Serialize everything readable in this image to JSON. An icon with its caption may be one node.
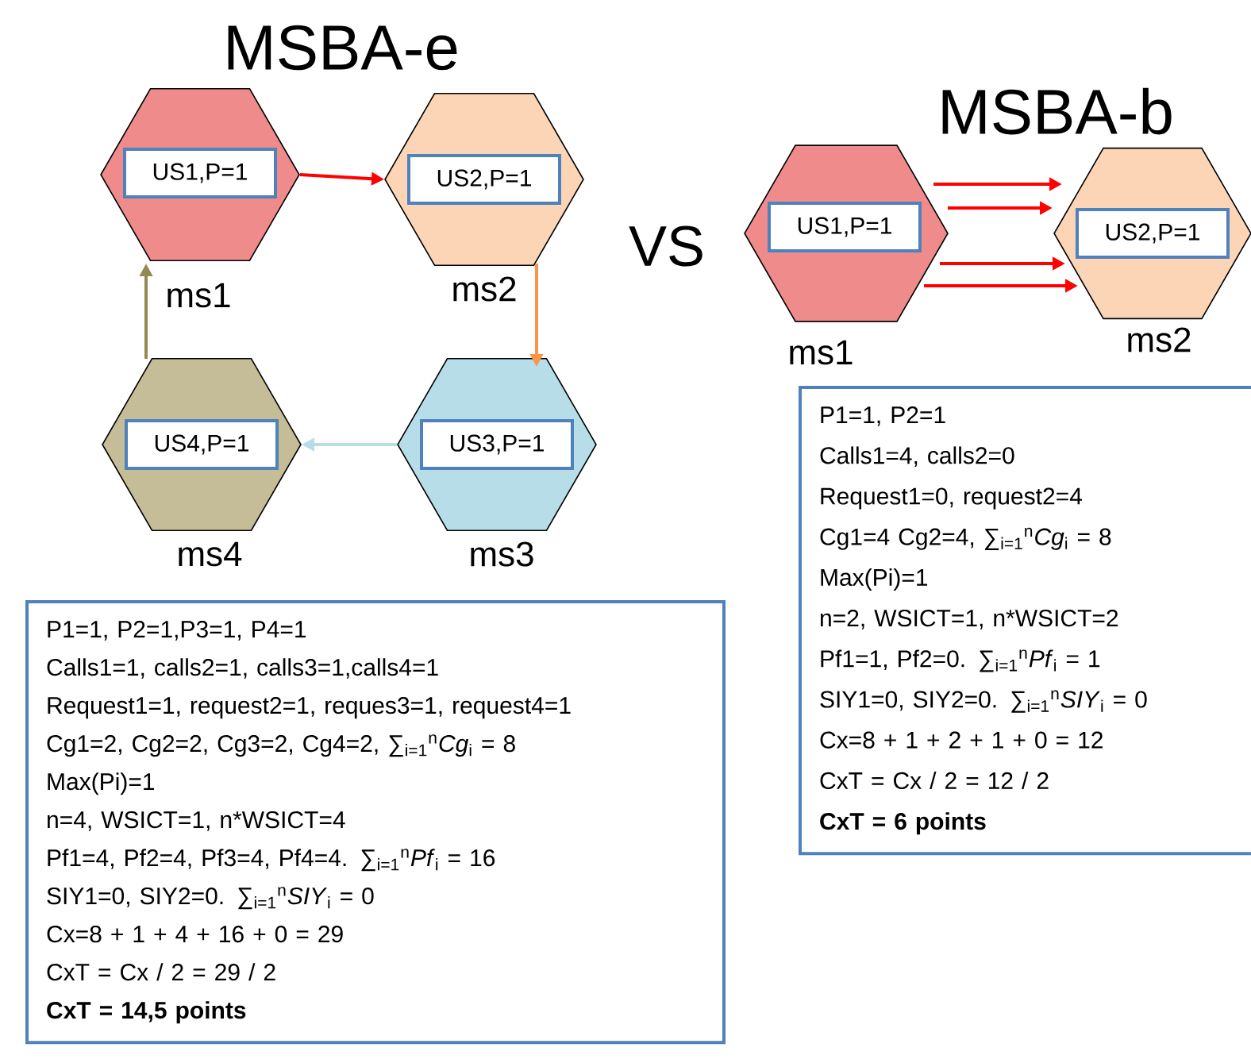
{
  "diagram": {
    "nodes": [
      {
        "text": [],
        "shape": "hexagon",
        "beside": [
          "ms1"
        ]
      },
      {
        "text": [
          "US1,P=1"
        ],
        "in": 0
      },
      {
        "text": [],
        "shape": "hexagon",
        "beside": [
          "ms2"
        ]
      },
      {
        "text": [
          "US2,P=1"
        ],
        "in": 2
      },
      {
        "text": [],
        "shape": "hexagon",
        "beside": [
          "ms4"
        ]
      },
      {
        "text": [
          "US4,P=1"
        ],
        "in": 4
      },
      {
        "text": [],
        "shape": "hexagon",
        "beside": [
          "ms3"
        ]
      },
      {
        "text": [
          "US3,P=1"
        ],
        "in": 6
      },
      {
        "text": [
          "P1=1, P2=1,P3=1, P4=1",
          "Calls1=1, calls2=1, calls3=1,calls4=1",
          "Request1=1, request2=1, reques3=1, request4=1",
          "Cg1=2, Cg2=2, Cg3=2, Cg4=2, ∑$_{i=1}$$^{n}$*Cg*$_{i}$ = 8",
          "Max(Pi)=1",
          "n=4, WSICT=1, n*WSICT=4",
          "Pf1=4, Pf2=4, Pf3=4, Pf4=4. ∑$_{i=1}$$^{n}$*Pf*$_{i}$ = 16",
          "SIY1=0, SIY2=0. ∑$_{i=1}$$^{n}$*SIY*$_{i}$ = 0",
          "Cx=8 + 1 + 4 + 16 + 0 = 29",
          "CxT = Cx / 2 = 29 / 2",
          "CxT = 14,5 points"
        ]
      },
      {
        "text": [],
        "shape": "hexagon",
        "beside": [
          "ms1"
        ]
      },
      {
        "text": [
          "US1,P=1"
        ],
        "in": 9
      },
      {
        "text": [],
        "shape": "hexagon",
        "beside": [
          "ms2"
        ]
      },
      {
        "text": [
          "US2,P=1"
        ],
        "in": 11
      },
      {
        "text": [
          "P1=1, P2=1",
          "Calls1=4, calls2=0",
          "Request1=0, request2=4",
          "Cg1=4 Cg2=4, ∑$_{i=1}$$^{n}$*Cg*$_{i}$ = 8",
          "Max(Pi)=1",
          "n=2, WSICT=1, n*WSICT=2",
          "Pf1=1, Pf2=0. ∑$_{i=1}$$^{n}$*Pf*$_{i}$ = 1",
          "SIY1=0, SIY2=0. ∑$_{i=1}$$^{n}$*SIY*$_{i}$ = 0",
          "Cx=8 + 1 + 2 + 1 + 0 = 12",
          "CxT = Cx / 2 =  12 / 2",
          "CxT = 6 points"
        ]
      }
    ],
    "edges": [
      {
        "from": 0,
        "to": 2,
        "arrow": "to"
      },
      {
        "from": 2,
        "to": 6,
        "arrow": "to",
        "color": "#f79646"
      },
      {
        "from": 6,
        "to": 4,
        "arrow": "to",
        "color": "#b7dde8"
      },
      {
        "from": 4,
        "to": 0,
        "arrow": "to",
        "color": "#938953"
      },
      {
        "from": 9,
        "to": 11,
        "arrow": "to"
      },
      {
        "from": 9,
        "to": 11,
        "arrow": "to"
      },
      {
        "from": 9,
        "to": 11,
        "arrow": "to"
      },
      {
        "from": 9,
        "to": 11,
        "arrow": "to"
      }
    ],
    "labels": [
      "MSBA-e",
      "VS",
      "MSBA-b"
    ]
  }
}
